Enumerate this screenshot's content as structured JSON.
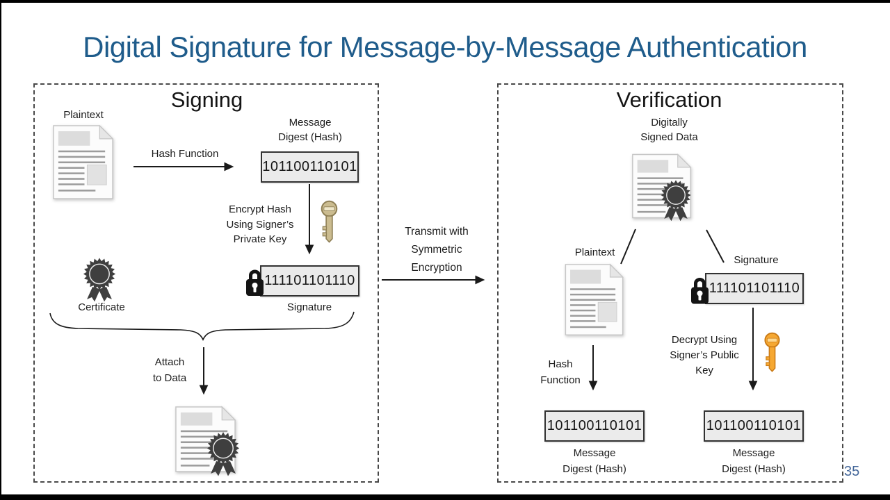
{
  "title": "Digital Signature for Message-by-Message Authentication",
  "page_number": "35",
  "colors": {
    "title_blue": "#1f5c8b",
    "page_number_blue": "#44679a",
    "box_fill": "#ebebeb",
    "icon_dark": "#3f3f3f",
    "key_private_tan": "#cbbc90",
    "key_public_orange": "#f6a832"
  },
  "icons": {
    "plaintext_document": "document-icon",
    "signed_document": "document-with-seal-icon",
    "certificate": "rosette-ribbon-icon",
    "lock": "padlock-icon",
    "private_key": "key-icon-tan",
    "public_key": "key-icon-orange"
  },
  "signing": {
    "heading": "Signing",
    "plaintext_label": "Plaintext",
    "hash_function_label": "Hash Function",
    "message_digest_label": [
      "Message",
      "Digest (Hash)"
    ],
    "digest_value": "101100110101",
    "encrypt_label": [
      "Encrypt Hash",
      "Using Signer’s",
      "Private Key"
    ],
    "signature_value": "111101101110",
    "signature_label": "Signature",
    "certificate_label": "Certificate",
    "attach_label": [
      "Attach",
      "to Data"
    ]
  },
  "transmit": {
    "label": [
      "Transmit with",
      "Symmetric",
      "Encryption"
    ]
  },
  "verification": {
    "heading": "Verification",
    "signed_data_label": [
      "Digitally",
      "Signed Data"
    ],
    "plaintext_label": "Plaintext",
    "signature_label": "Signature",
    "signature_value": "111101101110",
    "hash_function_label": [
      "Hash",
      "Function"
    ],
    "decrypt_label": [
      "Decrypt Using",
      "Signer’s Public",
      "Key"
    ],
    "digest_left_value": "101100110101",
    "digest_left_label": [
      "Message",
      "Digest (Hash)"
    ],
    "digest_right_value": "101100110101",
    "digest_right_label": [
      "Message",
      "Digest (Hash)"
    ]
  }
}
